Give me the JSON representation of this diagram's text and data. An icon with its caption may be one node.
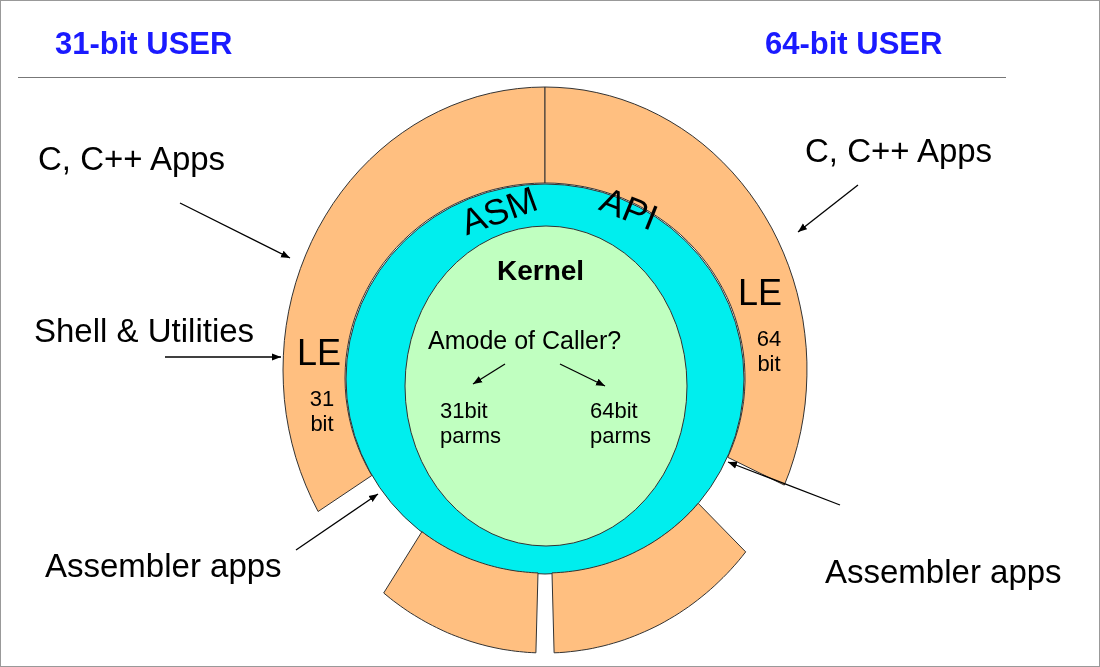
{
  "diagram": {
    "nodes": [
      {
        "text": [
          "LE",
          "31 bit"
        ]
      },
      {
        "text": [
          "LE",
          "64 bit"
        ]
      },
      {
        "text": [
          "ASM",
          "API"
        ]
      },
      {
        "text": [
          "Kernel"
        ],
        "in": 2
      },
      {
        "text": [
          "Amode of Caller?"
        ],
        "in": 3
      },
      {
        "text": [
          "31bit parms"
        ],
        "in": 3
      },
      {
        "text": [
          "64bit parms"
        ],
        "in": 3
      },
      {
        "text": [
          "C, C++ Apps"
        ]
      },
      {
        "text": [
          "Shell & Utilities"
        ]
      },
      {
        "text": [
          "Assembler apps"
        ]
      },
      {
        "text": [
          "C, C++ Apps"
        ]
      },
      {
        "text": [
          "Assembler apps"
        ]
      },
      {
        "text": [],
        "shape": "arc"
      },
      {
        "text": [],
        "shape": "arc"
      }
    ],
    "edges": [
      {
        "from": 7,
        "to": 0,
        "arrow": "to"
      },
      {
        "from": 8,
        "to": 0,
        "arrow": "to"
      },
      {
        "from": 9,
        "to": 2,
        "arrow": "to"
      },
      {
        "from": 10,
        "to": 1,
        "arrow": "to"
      },
      {
        "from": 11,
        "to": 2,
        "arrow": "to"
      },
      {
        "from": 4,
        "to": 5,
        "arrow": "to"
      },
      {
        "from": 4,
        "to": 6,
        "arrow": "to"
      }
    ],
    "labels": [
      "31-bit USER",
      "64-bit USER"
    ]
  }
}
